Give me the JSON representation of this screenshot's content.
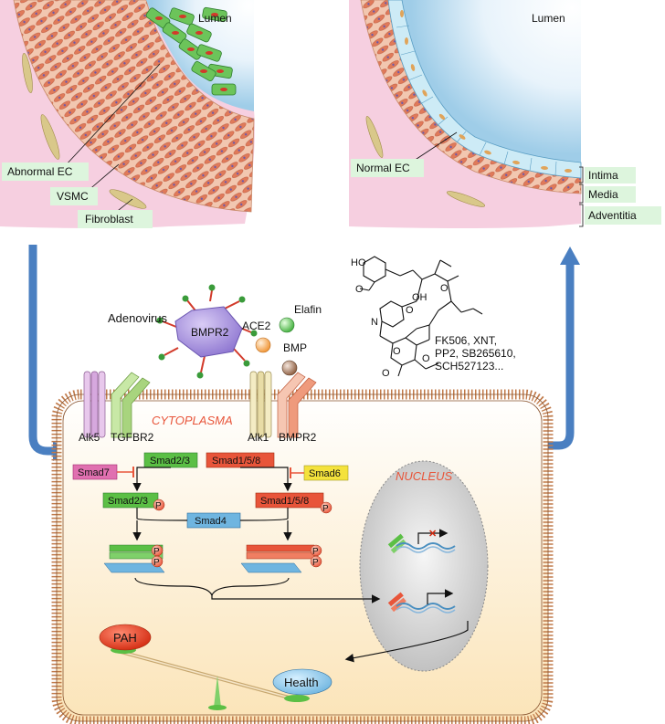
{
  "vessel_left": {
    "lumen_label": "Lumen",
    "labels": [
      "Abnormal EC",
      "VSMC",
      "Fibroblast"
    ]
  },
  "vessel_right": {
    "lumen_label": "Lumen",
    "normal_ec_label": "Normal EC",
    "layers": [
      "Intima",
      "Media",
      "Adventitia"
    ]
  },
  "drugs": {
    "adenovirus": "Adenovirus",
    "bmpr2_particle": "BMPR2",
    "ace2": "ACE2",
    "elafin": "Elafin",
    "bmp": "BMP",
    "compound_list": [
      "FK506, XNT,",
      "PP2, SB265610,",
      "SCH527123..."
    ]
  },
  "cell": {
    "cytoplasma_label": "CYTOPLASMA",
    "nucleus_label": "NUCLEUS",
    "receptors": {
      "alk5": "Alk5",
      "tgfbr2": "TGFBR2",
      "alk1": "Alk1",
      "bmpr2": "BMPR2"
    },
    "smad": {
      "smad23": "Smad2/3",
      "smad158": "Smad1/5/8",
      "smad7": "Smad7",
      "smad6": "Smad6",
      "smad4": "Smad4",
      "phospho": "P"
    },
    "outcomes": {
      "pah": "PAH",
      "health": "Health"
    }
  },
  "colors": {
    "green": "#5bbf45",
    "red": "#e8553a",
    "blue": "#6fb5e0",
    "label_bg": "#ddf5dd",
    "arrow_blue": "#4a7fc1",
    "membrane": "#c07a4a"
  }
}
